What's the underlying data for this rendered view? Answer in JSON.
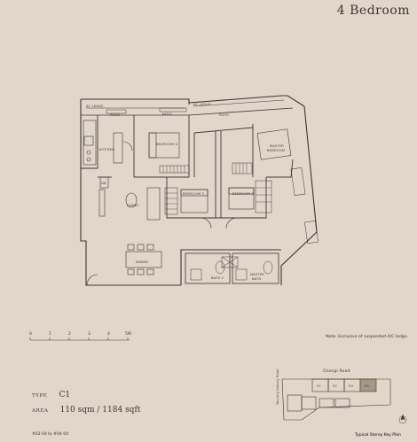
{
  "title": "4 Bedroom",
  "rooms": {
    "ac_ledge_1": "AC LEDGE",
    "ac_ledge_2": "AC LEDGE",
    "patio_1": "PATIO",
    "patio_2": "PATIO",
    "patio_3": "PATIO",
    "bedroom_4": "BEDROOM 4",
    "master_bedroom_line1": "MASTER",
    "master_bedroom_line2": "BEDROOM",
    "kitchen": "KITCHEN",
    "db": "DB",
    "bedroom_3": "BEDROOM 3",
    "bedroom_2": "BEDROOM 2",
    "living": "LIVING",
    "dining": "DINING",
    "bath_2": "BATH 2",
    "master_bath_line1": "MASTER",
    "master_bath_line2": "BATH"
  },
  "scale": {
    "ticks": [
      "0",
      "1",
      "2",
      "3",
      "4",
      "5M"
    ]
  },
  "note": "Note: Exclusive of suspended A/C ledge.",
  "unit": {
    "type_label": "TYPE",
    "type_value": "C1",
    "area_label": "AREA",
    "area_value": "110 sqm / 1184 sqft"
  },
  "key_plan": {
    "road_top": "Changi Road",
    "road_side": "Tanjong Katong Road",
    "title": "Typical Storey Key Plan",
    "unit_numbers": [
      "01",
      "02",
      "03",
      "04"
    ]
  },
  "footer": "#02-04 to #04-04"
}
